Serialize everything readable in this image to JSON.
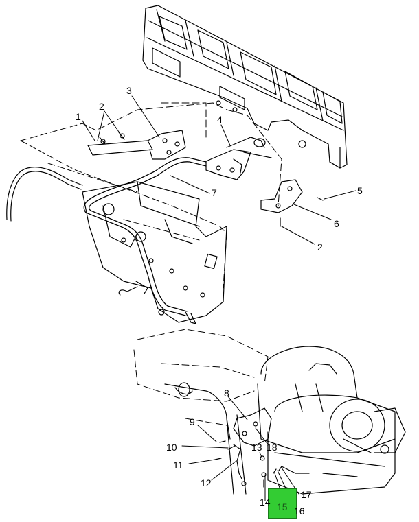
{
  "diagram": {
    "highlight_color": "#33cc33",
    "line_color": "#000000",
    "callouts": [
      {
        "id": "c1",
        "text": "1"
      },
      {
        "id": "c2a",
        "text": "2"
      },
      {
        "id": "c3",
        "text": "3"
      },
      {
        "id": "c4",
        "text": "4"
      },
      {
        "id": "c5",
        "text": "5"
      },
      {
        "id": "c6",
        "text": "6"
      },
      {
        "id": "c2b",
        "text": "2"
      },
      {
        "id": "c7",
        "text": "7"
      },
      {
        "id": "c8",
        "text": "8"
      },
      {
        "id": "c9",
        "text": "9"
      },
      {
        "id": "c10",
        "text": "10"
      },
      {
        "id": "c11",
        "text": "11"
      },
      {
        "id": "c12",
        "text": "12"
      },
      {
        "id": "c13",
        "text": "13"
      },
      {
        "id": "c18",
        "text": "18"
      },
      {
        "id": "c14",
        "text": "14"
      },
      {
        "id": "c15",
        "text": "15"
      },
      {
        "id": "c16",
        "text": "16"
      },
      {
        "id": "c17",
        "text": "17"
      }
    ],
    "highlighted_part": "15"
  }
}
